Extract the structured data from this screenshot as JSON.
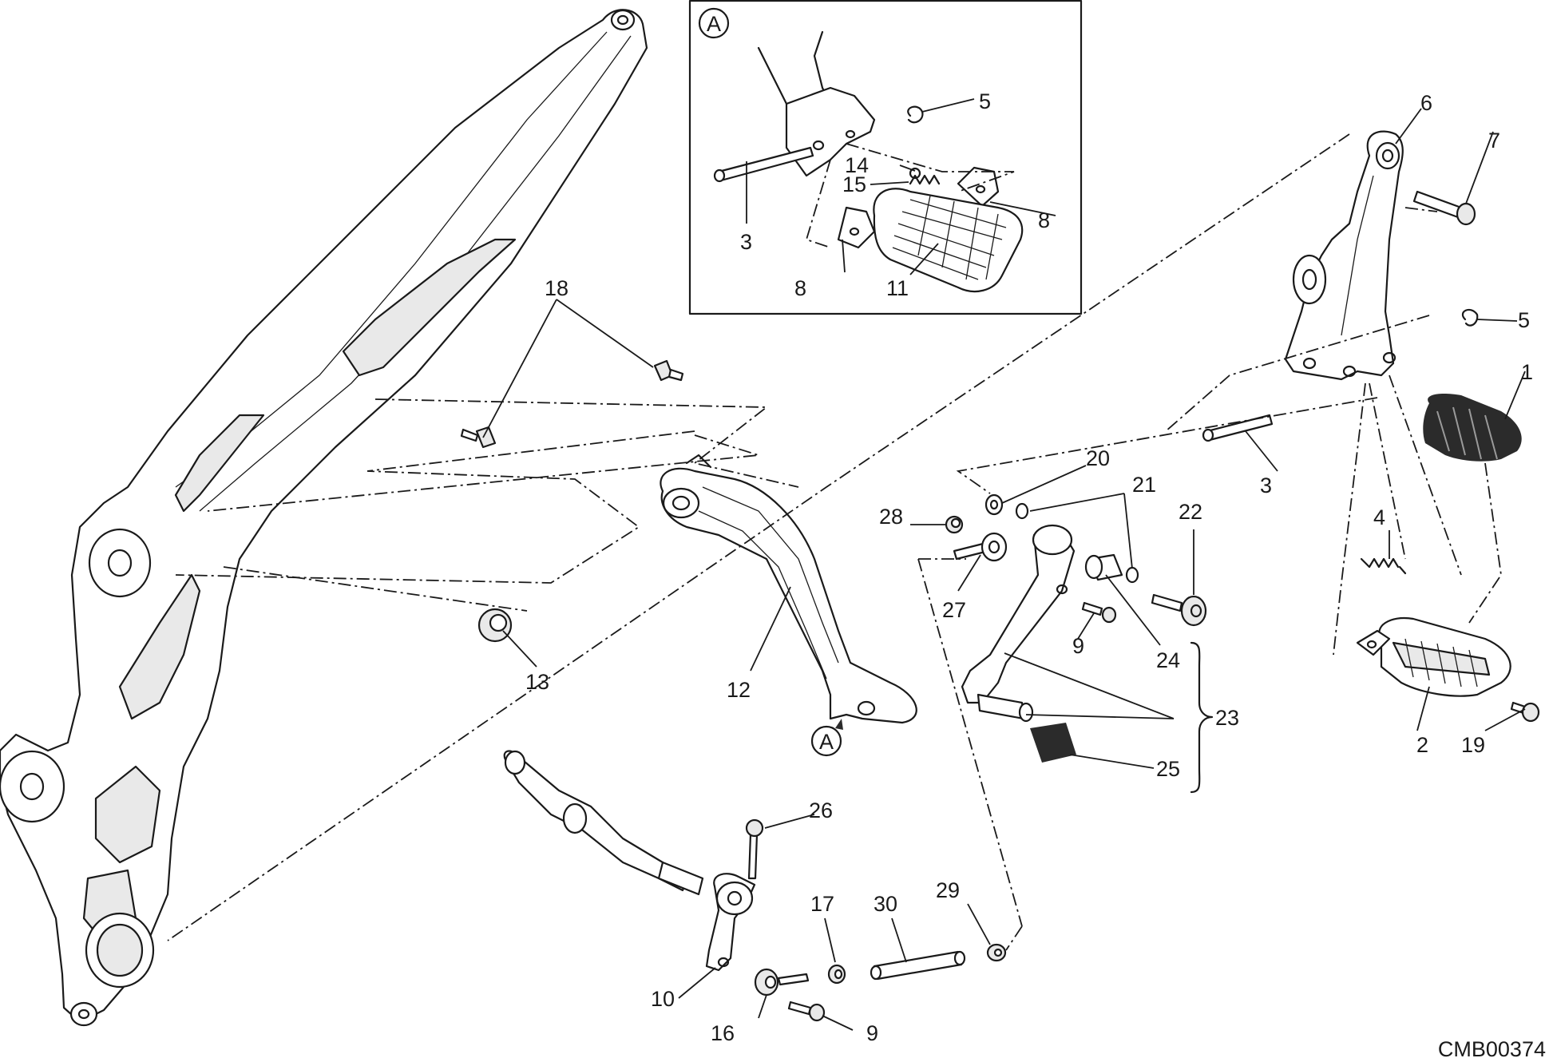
{
  "drawing_code": "CMB00374",
  "detail_marker": "A",
  "detail_box": {
    "marker": "A",
    "callouts": {
      "c5": "5",
      "c14": "14",
      "c15": "15",
      "c3": "3",
      "c8a": "8",
      "c8b": "8",
      "c11": "11"
    }
  },
  "callouts": {
    "c1": "1",
    "c2": "2",
    "c3": "3",
    "c4": "4",
    "c5": "5",
    "c6": "6",
    "c7": "7",
    "c9a": "9",
    "c9b": "9",
    "c10": "10",
    "c12": "12",
    "c13": "13",
    "c16": "16",
    "c17": "17",
    "c18": "18",
    "c19": "19",
    "c20": "20",
    "c21": "21",
    "c22": "22",
    "c23": "23",
    "c24": "24",
    "c25": "25",
    "c26": "26",
    "c27": "27",
    "c28": "28",
    "c29": "29",
    "c30": "30"
  }
}
